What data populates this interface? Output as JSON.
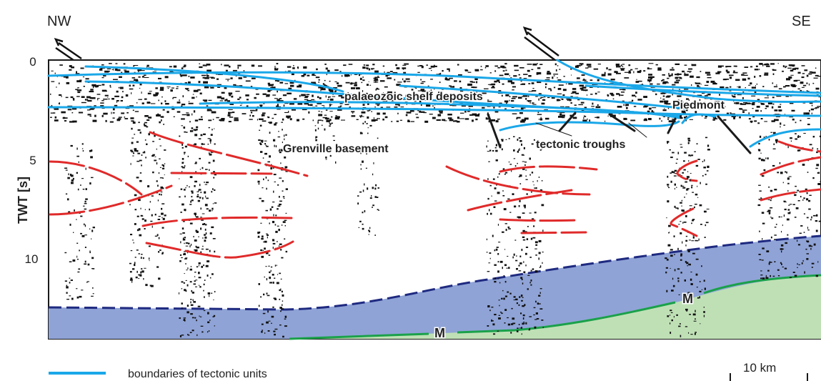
{
  "directions": {
    "left": "NW",
    "right": "SE"
  },
  "axis": {
    "title": "TWT [s]",
    "ticks": [
      "0",
      "5",
      "10"
    ]
  },
  "units": {
    "shelf": "palaeozoic shelf deposits",
    "piedmont": "Piedmont",
    "basement": "Grenville basement",
    "troughs": "tectonic troughs"
  },
  "moho_labels": [
    "M",
    "M"
  ],
  "legend": {
    "boundary_label": "boundaries of tectonic units"
  },
  "scale_bar": {
    "label": "10 km"
  },
  "colors": {
    "boundaries": "#1aa7e8",
    "reflectors": "#e02a2a",
    "faults": "#1a1a1a",
    "lower_crust": "#8fa3d6",
    "mantle": "#bfe0b5",
    "moho_line": "#1aa14a",
    "crust_top_dashed": "#1f2a80"
  }
}
